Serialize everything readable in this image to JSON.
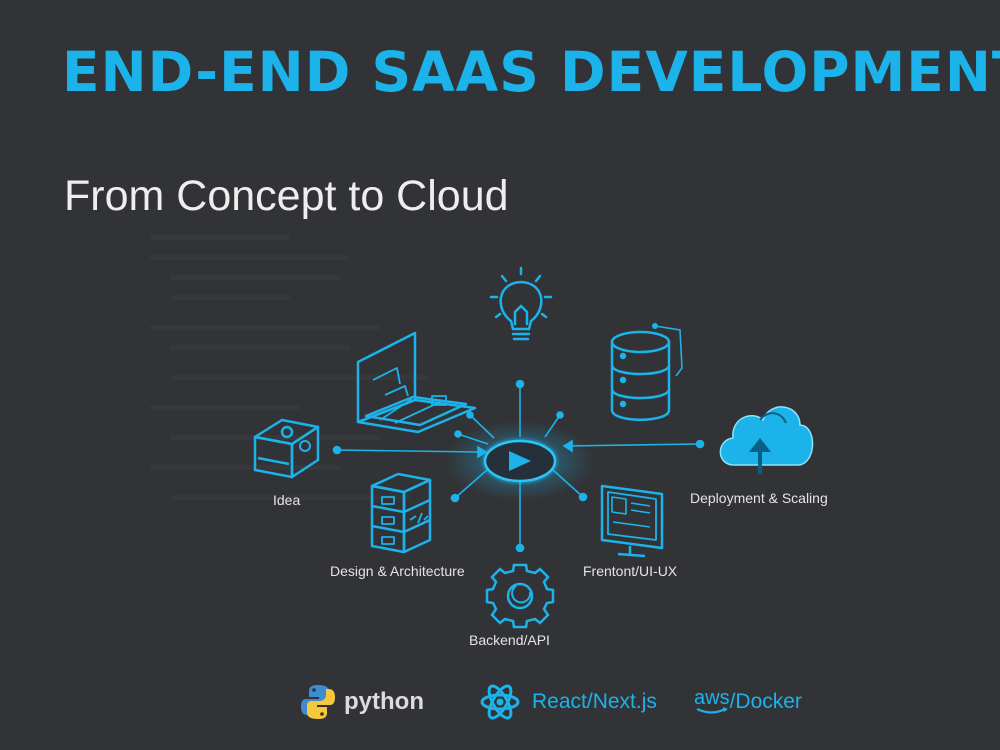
{
  "title": "END-END SAAS DEVELOPMENT",
  "subtitle": "From Concept to Cloud",
  "stages": {
    "idea": "Idea",
    "design": "Design & Architecture",
    "backend": "Backend/API",
    "frontend": "Frentont/UI-UX",
    "deploy": "Deployment & Scaling"
  },
  "tech_stack": {
    "python": "python",
    "react": "React/Next.js",
    "aws_prefix": "aws",
    "docker": "/Docker"
  },
  "colors": {
    "background": "#323336",
    "accent": "#1bb3ea",
    "text": "#e4e4e4"
  },
  "icons": [
    "lightbulb-icon",
    "blueprint-icon",
    "database-icon",
    "cloud-upload-icon",
    "server-box-icon",
    "server-stack-icon",
    "play-hub-icon",
    "monitor-icon",
    "gear-icon",
    "python-logo-icon",
    "react-logo-icon"
  ]
}
